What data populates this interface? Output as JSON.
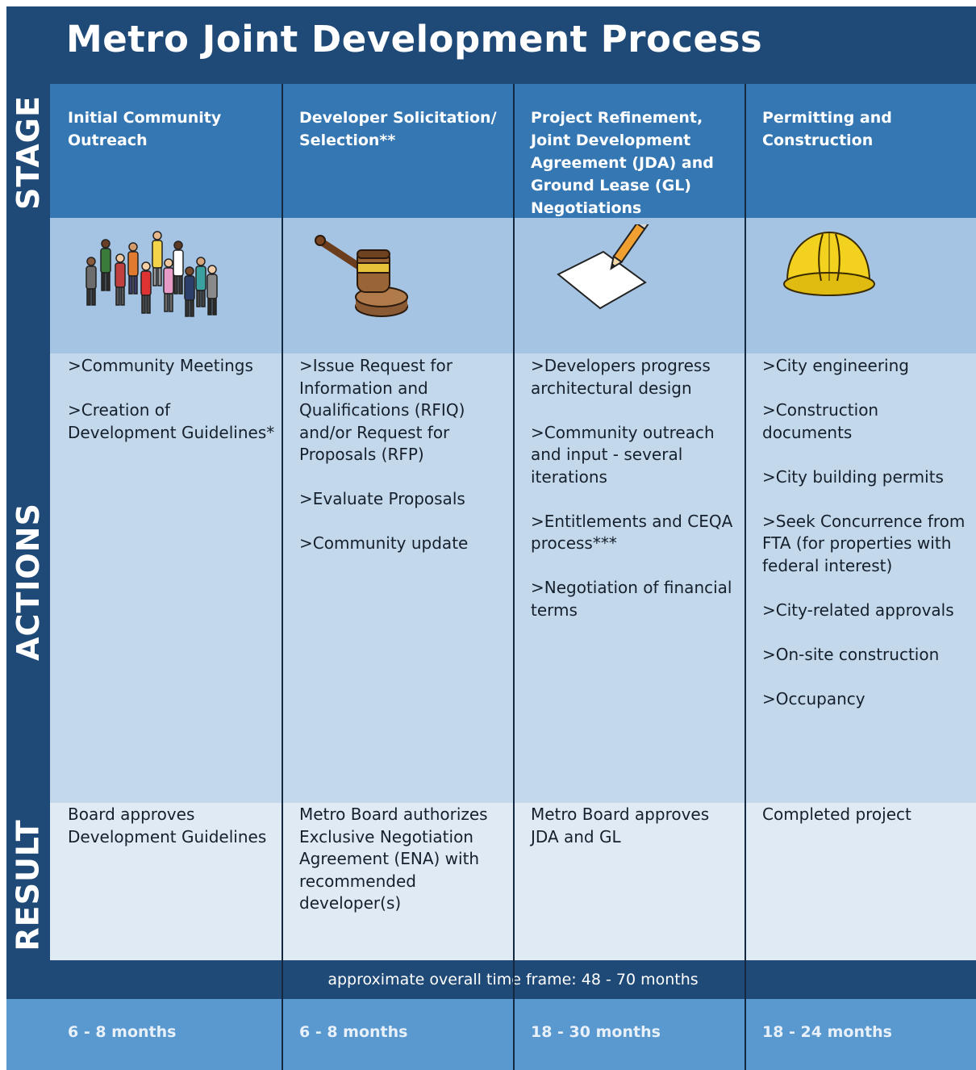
{
  "title": "Metro Joint Development Process",
  "row_labels": {
    "stage": "STAGE",
    "actions": "ACTIONS",
    "result": "RESULT"
  },
  "columns": [
    {
      "stage": "Initial Community Outreach",
      "icon": "people-crowd-icon",
      "actions": [
        ">Community Meetings",
        ">Creation of Development Guidelines*"
      ],
      "result": "Board approves Development Guidelines",
      "duration": "6 - 8 months"
    },
    {
      "stage": "Developer Solicitation/ Selection**",
      "icon": "gavel-icon",
      "actions": [
        ">Issue Request for Information and Qualifications (RFIQ) and/or Request for Proposals (RFP)",
        ">Evaluate Proposals",
        ">Community update"
      ],
      "result": "Metro Board authorizes Exclusive Negotiation Agreement (ENA) with recommended developer(s)",
      "duration": "6 - 8 months"
    },
    {
      "stage": "Project Refinement, Joint Development Agreement (JDA) and Ground Lease (GL) Negotiations",
      "icon": "pencil-paper-icon",
      "actions": [
        ">Developers progress architectural design",
        ">Community outreach and input - several iterations",
        ">Entitlements and CEQA process***",
        ">Negotiation of financial terms"
      ],
      "result": "Metro Board approves JDA and GL",
      "duration": "18 - 30 months"
    },
    {
      "stage": "Permitting and Construction",
      "icon": "hard-hat-icon",
      "actions": [
        ">City engineering",
        ">Construction documents",
        ">City building permits",
        ">Seek Concurrence from FTA (for properties with federal interest)",
        ">City-related approvals",
        ">On-site construction",
        ">Occupancy"
      ],
      "result": "Completed project",
      "duration": "18 - 24 months"
    }
  ],
  "timeframe": "approximate overall time frame: 48 - 70 months",
  "colors": {
    "frame": "#1f4a78",
    "stage_row": "#3577b3",
    "icon_row": "#a5c4e3",
    "action_row": "#c4d8ec",
    "result_row": "#dfeaf5",
    "duration_row": "#5a98d0"
  }
}
